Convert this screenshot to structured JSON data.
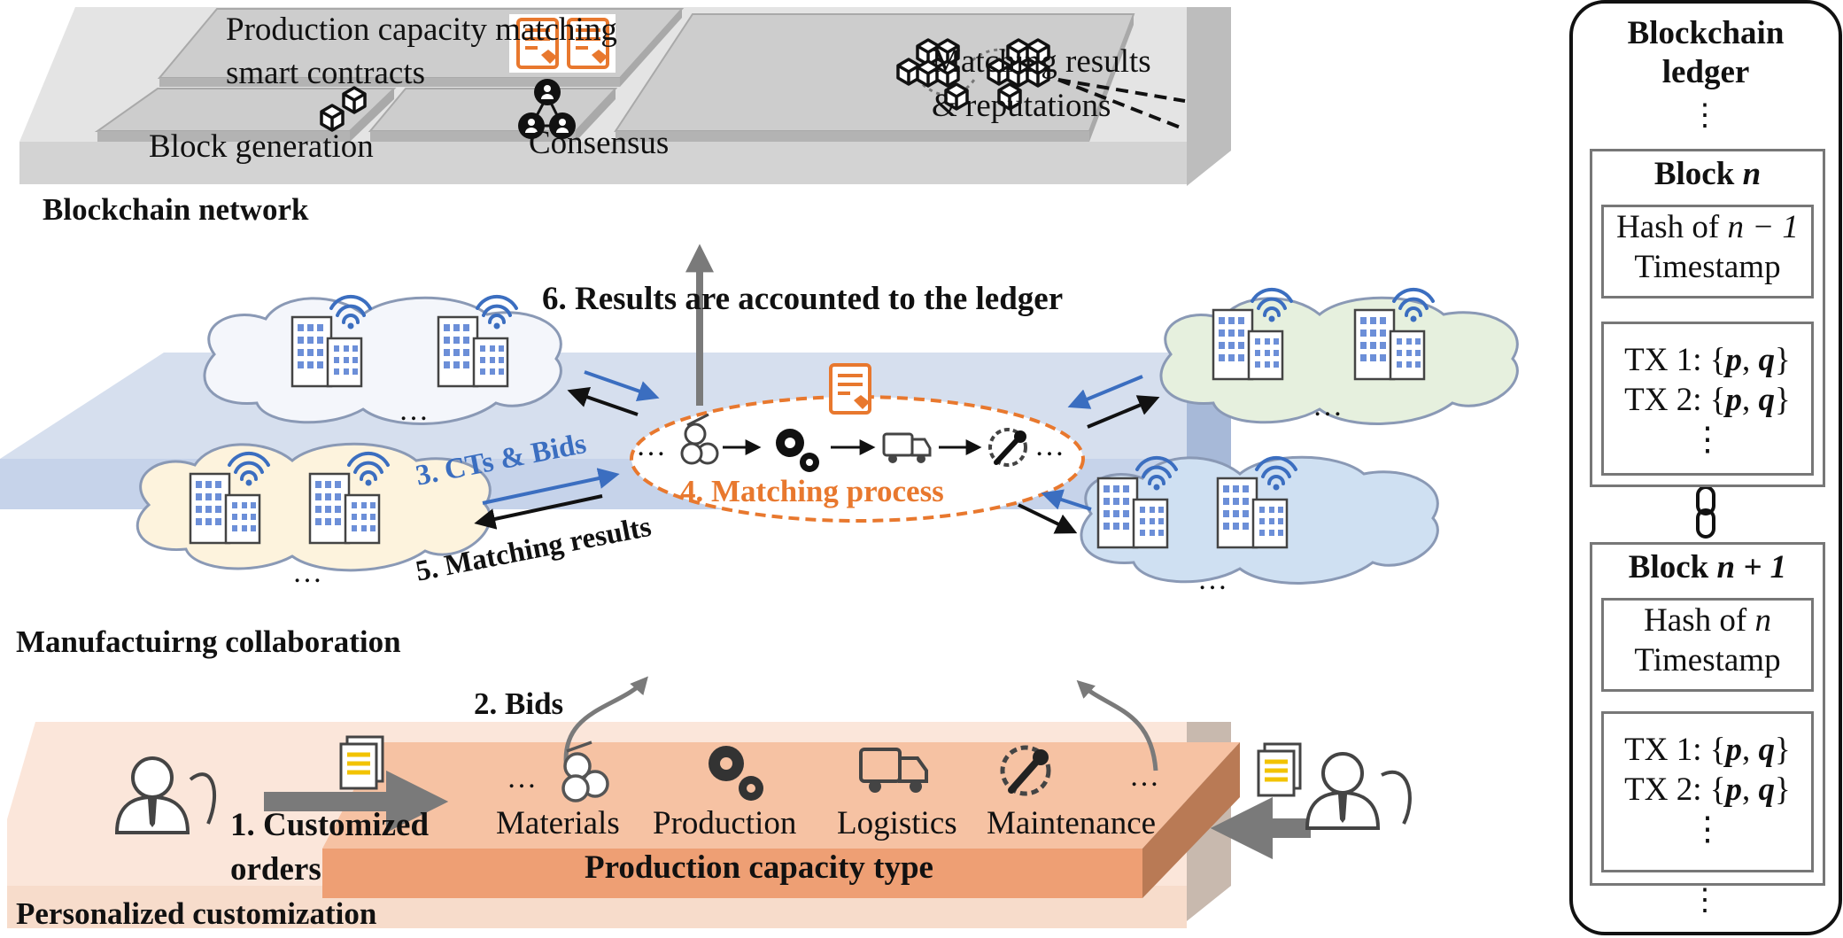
{
  "layers": {
    "blockchain_network": "Blockchain network",
    "manufacturing_collaboration": "Manufactuirng collaboration",
    "personalized_customization": "Personalized customization"
  },
  "blockchain": {
    "smart_contracts_line1": "Production capacity matching",
    "smart_contracts_line2": "smart contracts",
    "block_generation": "Block generation",
    "consensus": "Consensus",
    "matching_results_line1": "Matching results",
    "matching_results_line2": "& reputations"
  },
  "steps": {
    "step1_line1": "1. Customized",
    "step1_line2": "orders",
    "step2": "2. Bids",
    "step3": "3. CTs & Bids",
    "step4": "4. Matching process",
    "step5": "5. Matching results",
    "step6": "6. Results are accounted to the ledger"
  },
  "capacity": {
    "title": "Production capacity type",
    "types": [
      "Materials",
      "Production",
      "Logistics",
      "Maintenance"
    ]
  },
  "ellipsis": "…",
  "ledger": {
    "title_line1": "Blockchain",
    "title_line2": "ledger",
    "block_n": {
      "word": "Block",
      "index": "n"
    },
    "block_n1": {
      "word": "Block",
      "index": "n + 1"
    },
    "hash_n_minus_1": {
      "prefix": "Hash of",
      "var": "n − 1"
    },
    "hash_n": {
      "prefix": "Hash of",
      "var": "n"
    },
    "timestamp": "Timestamp",
    "tx": [
      {
        "label": "TX 1:",
        "open": "{",
        "p": "p",
        "sep": ",",
        "q": "q",
        "close": "}"
      },
      {
        "label": "TX 2:",
        "open": "{",
        "p": "p",
        "sep": ",",
        "q": "q",
        "close": "}"
      }
    ]
  },
  "colors": {
    "accent_orange": "#E8782E",
    "accent_blue": "#3B6EC0",
    "layer_gray": "#D6D6D6",
    "layer_blue": "#D5DEEE",
    "layer_peach": "#F7DCCB",
    "capacity_orange": "#F2AE86",
    "gray_arrow": "#7A7A7A"
  }
}
